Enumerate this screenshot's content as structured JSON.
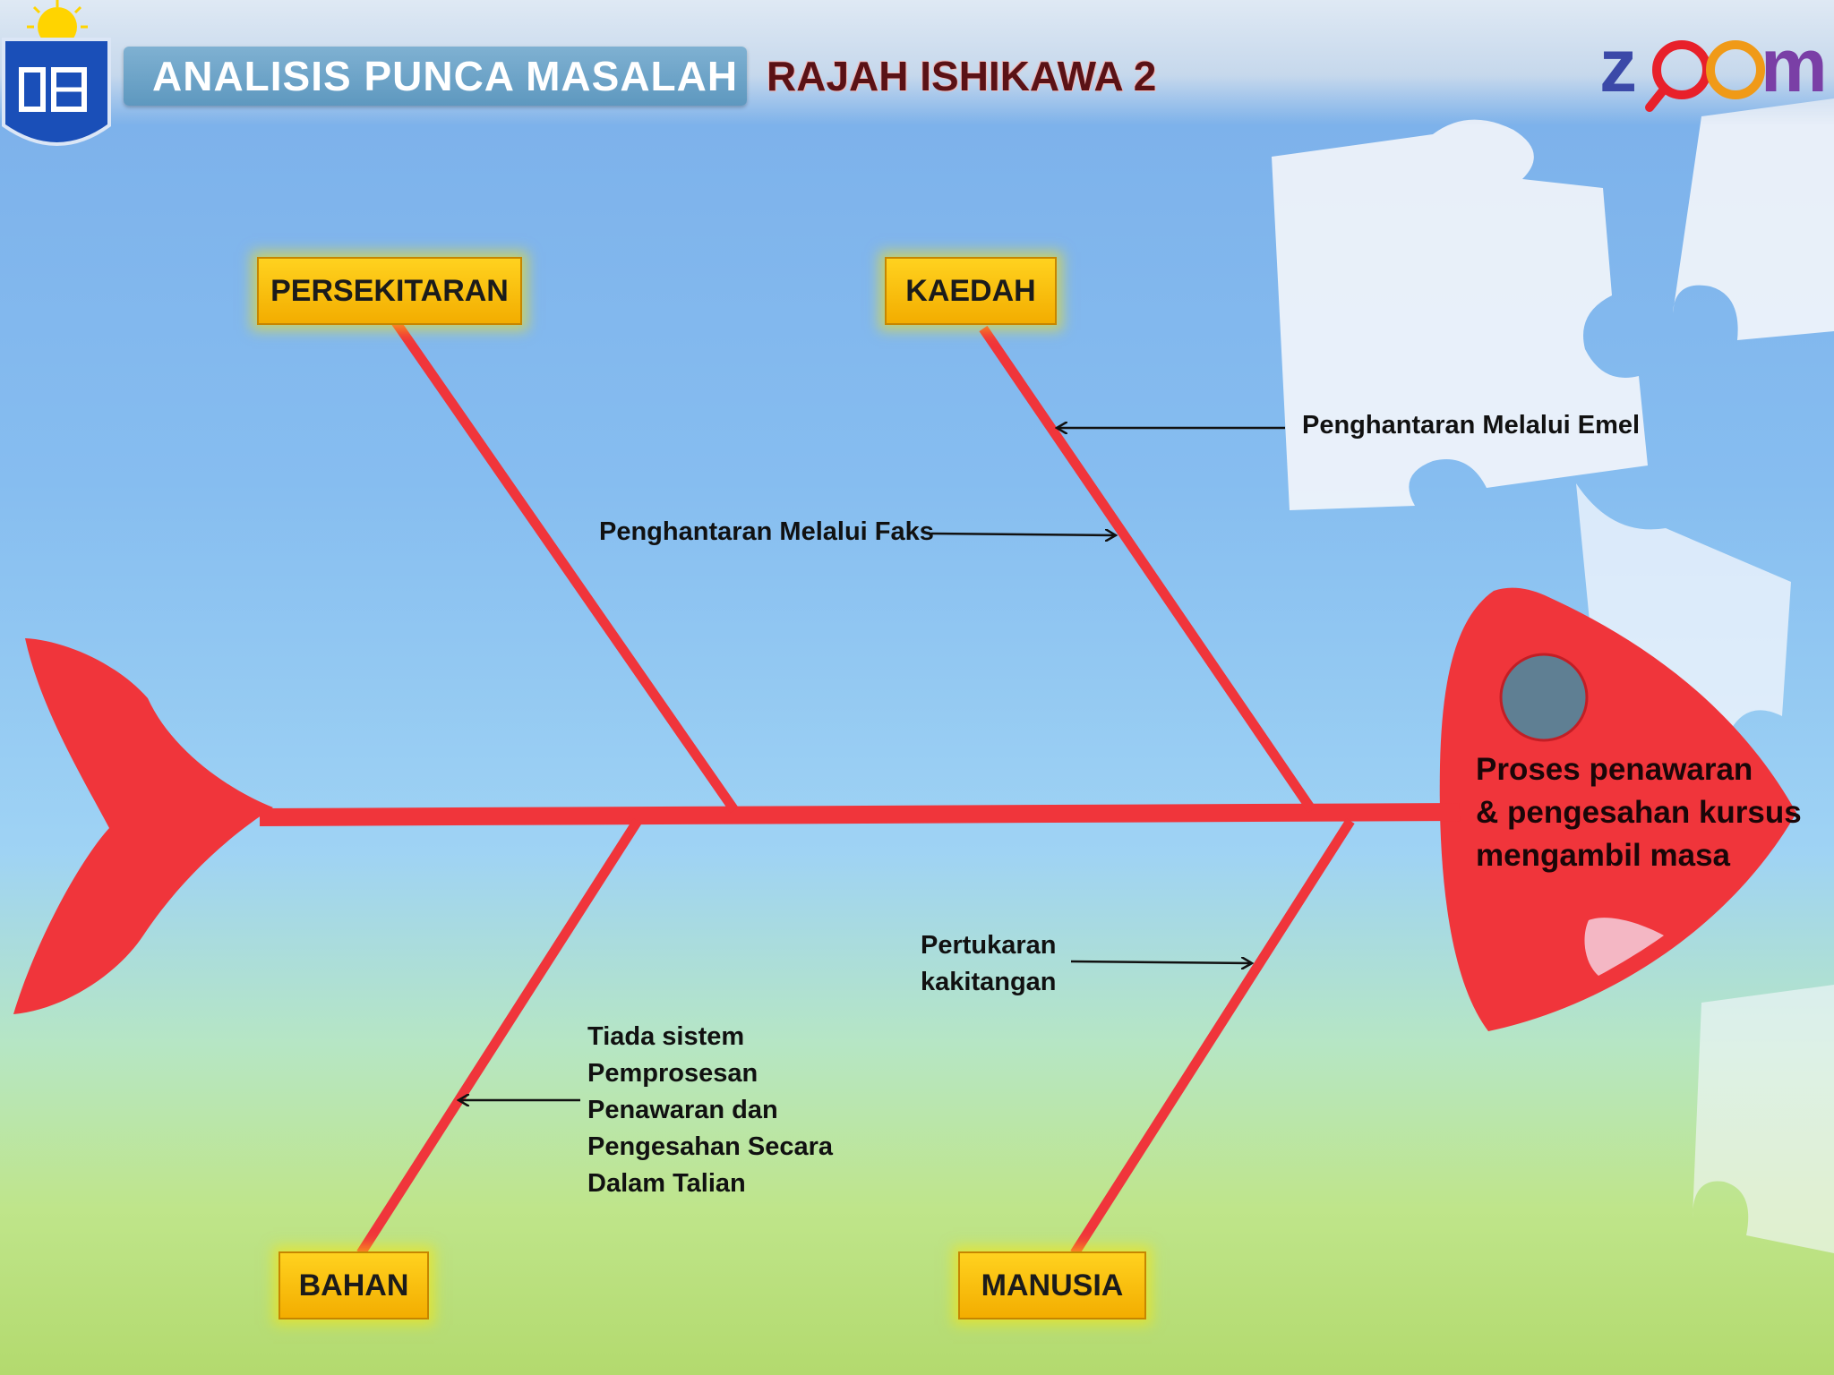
{
  "header": {
    "title": "ANALISIS PUNCA MASALAH",
    "subtitle": "RAJAH ISHIKAWA 2",
    "logo_text": "zoom"
  },
  "diagram": {
    "problem": {
      "lines": [
        "Proses penawaran",
        "& pengesahan kursus",
        "mengambil masa"
      ]
    },
    "categories": {
      "persekitaran": "PERSEKITARAN",
      "kaedah": "KAEDAH",
      "bahan": "BAHAN",
      "manusia": "MANUSIA"
    },
    "causes": {
      "emel": "Penghantaran Melalui Emel",
      "faks": "Penghantaran Melalui Faks",
      "pertukaran": [
        "Pertukaran",
        "kakitangan"
      ],
      "tiada_sistem": [
        "Tiada sistem",
        "Pemprosesan",
        "Penawaran dan",
        "Pengesahan Secara",
        "Dalam Talian"
      ]
    }
  },
  "colors": {
    "bone": "#f0353b",
    "category_fill": "#f7c100",
    "title_pill": "#6fa6c9",
    "subtitle_text": "#5a1216"
  }
}
